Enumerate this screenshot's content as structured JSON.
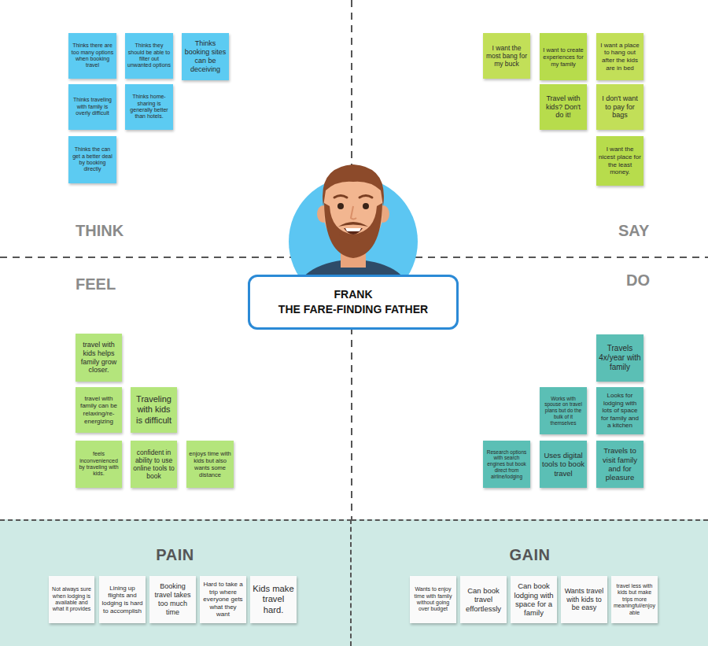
{
  "diagram": {
    "nodes": [
      {
        "text": [
          "Thinks there are too many options when booking travel"
        ]
      },
      {
        "text": [
          "Thinks they should be able to filter out unwanted options"
        ]
      },
      {
        "text": [
          "Thinks booking sites can be deceiving"
        ]
      },
      {
        "text": [
          "Thinks traveling with family is overly difficult"
        ]
      },
      {
        "text": [
          "Thinks home-sharing is generally better than hotels."
        ]
      },
      {
        "text": [
          "Thinks the can get a better deal by booking directly"
        ]
      },
      {
        "text": [
          "I want the most bang for my buck"
        ]
      },
      {
        "text": [
          "I want to create experiences for my family"
        ]
      },
      {
        "text": [
          "I want a place to hang out after the kids are in bed"
        ]
      },
      {
        "text": [
          "Travel with kids? Don't do it!"
        ]
      },
      {
        "text": [
          "I don't want to pay for bags"
        ]
      },
      {
        "text": [
          "I want the nicest place for the least money."
        ]
      },
      {
        "text": [
          "FRANK",
          "THE FARE-FINDING FATHER"
        ]
      },
      {
        "text": [
          "travel with kids helps family grow closer."
        ]
      },
      {
        "text": [
          "travel with family can be relaxing/re-energizing"
        ]
      },
      {
        "text": [
          "Traveling with kids is difficult"
        ]
      },
      {
        "text": [
          "feels inconvenienced by traveling with kids."
        ]
      },
      {
        "text": [
          "confident in ability to use online tools to book"
        ]
      },
      {
        "text": [
          "enjoys time with kids but also wants some distance"
        ]
      },
      {
        "text": [
          "Travels 4x/year with family"
        ]
      },
      {
        "text": [
          "Works with spouse on travel plans but do the bulk of it themselves"
        ]
      },
      {
        "text": [
          "Looks for lodging with lots of space for family and a kitchen"
        ]
      },
      {
        "text": [
          "Research options with search engines but book direct from airline/lodging"
        ]
      },
      {
        "text": [
          "Uses digital tools to book travel"
        ]
      },
      {
        "text": [
          "Travels to visit family and for pleasure"
        ]
      },
      {
        "text": [
          "PAIN"
        ]
      },
      {
        "text": [
          "Not always sure when lodging is available and what it provides"
        ],
        "in": 25
      },
      {
        "text": [
          "Lining up flights and lodging is hard to accomplish"
        ],
        "in": 25
      },
      {
        "text": [
          "Booking travel takes too much time"
        ],
        "in": 25
      },
      {
        "text": [
          "Hard to take a trip where everyone gets what they want"
        ],
        "in": 25
      },
      {
        "text": [
          "Kids make travel hard."
        ],
        "in": 25
      },
      {
        "text": [
          "GAIN"
        ]
      },
      {
        "text": [
          "Wants to enjoy time with family without going over budget"
        ],
        "in": 31
      },
      {
        "text": [
          "Can book travel effortlessly"
        ],
        "in": 31
      },
      {
        "text": [
          "Can book lodging with space for a family"
        ],
        "in": 31
      },
      {
        "text": [
          "Wants travel with kids to be easy"
        ],
        "in": 31
      },
      {
        "text": [
          "travel less with kids but make trips more meaningful/enjoyable"
        ],
        "in": 31
      }
    ],
    "labels": [
      "THINK",
      "SAY",
      "FEEL",
      "DO"
    ]
  }
}
